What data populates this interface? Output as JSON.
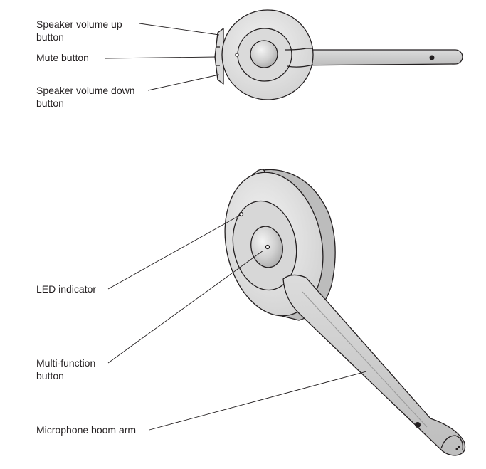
{
  "callouts": {
    "vol_up": [
      "Speaker volume up",
      "button"
    ],
    "mute": [
      "Mute button"
    ],
    "vol_down": [
      "Speaker volume down",
      "button"
    ],
    "led": [
      "LED indicator"
    ],
    "mfb": [
      "Multi-function",
      "button"
    ],
    "boom": [
      "Microphone boom arm"
    ]
  },
  "colors": {
    "ink": "#231f20",
    "body_fill": "#e4e4e4",
    "ring_fill": "#d0d0d0",
    "button_fill": "#cdcdcd"
  }
}
